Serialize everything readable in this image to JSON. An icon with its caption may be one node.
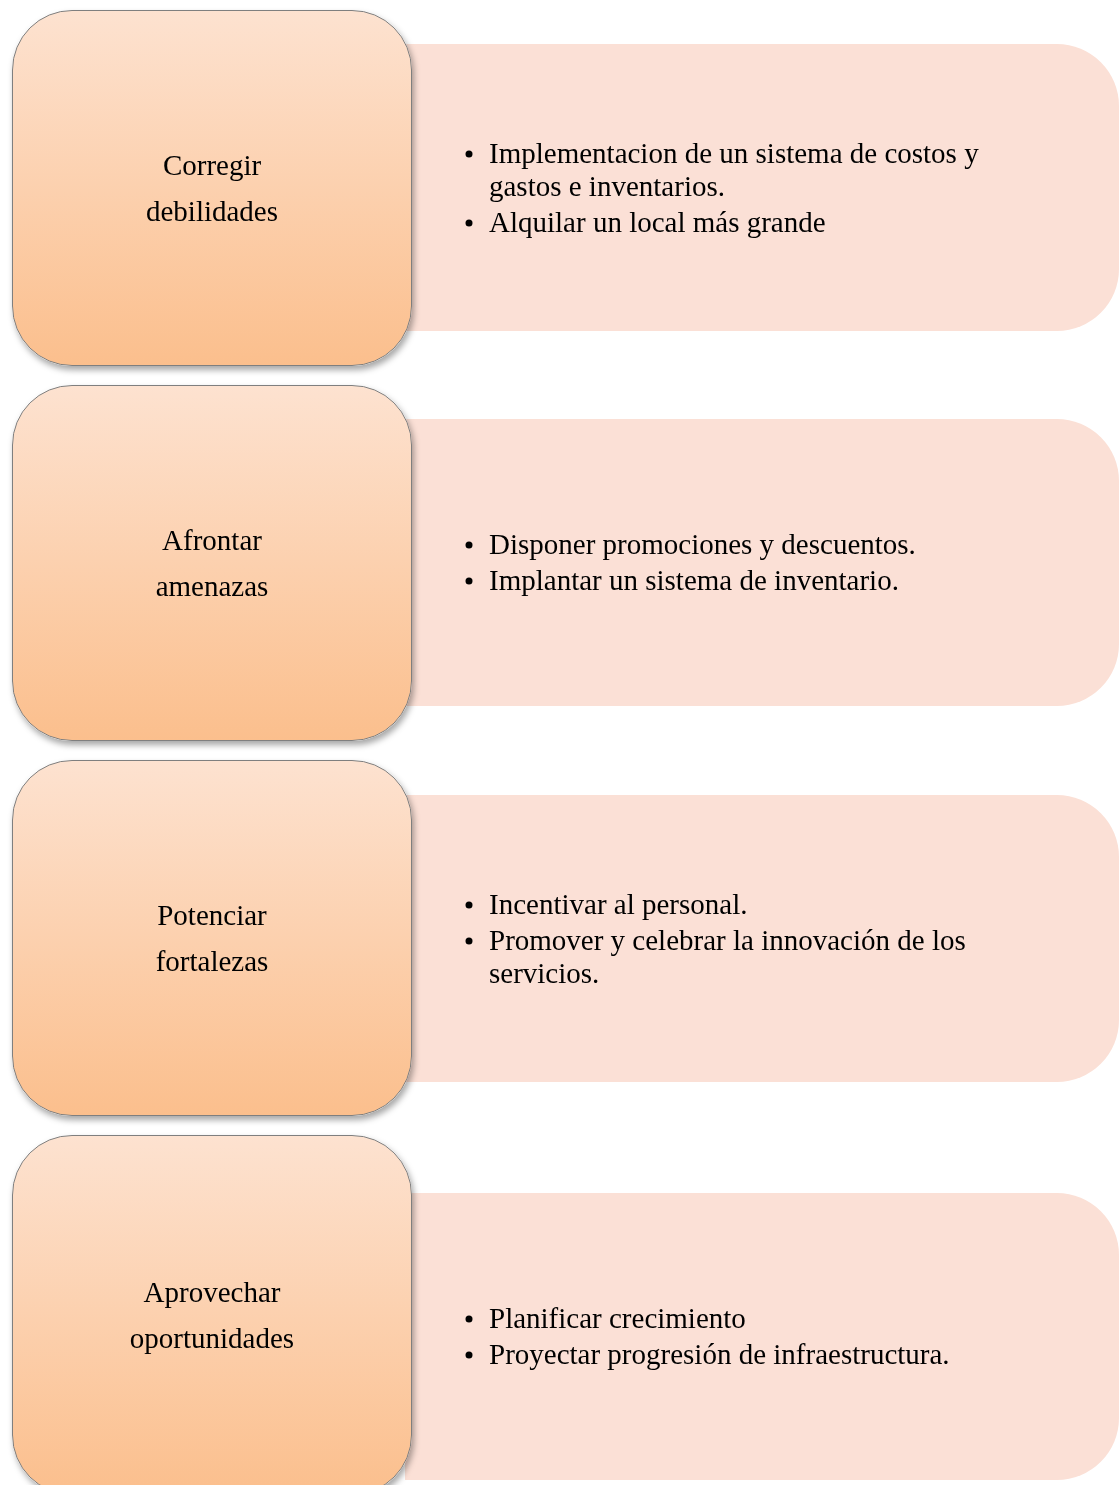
{
  "diagram": {
    "nodes": [
      {
        "text": [
          "Corregir debilidades"
        ]
      },
      {
        "text": [
          "Implementacion de un sistema de costos y gastos e inventarios.",
          "Alquilar un local más grande"
        ]
      },
      {
        "text": [
          "Afrontar amenazas"
        ]
      },
      {
        "text": [
          "Disponer promociones y descuentos.",
          "Implantar un sistema de inventario."
        ]
      },
      {
        "text": [
          "Potenciar fortalezas"
        ]
      },
      {
        "text": [
          "Incentivar al personal.",
          "Promover y celebrar la innovación de los servicios."
        ]
      },
      {
        "text": [
          "Aprovechar oportunidades"
        ]
      },
      {
        "text": [
          "Planificar crecimiento",
          "Proyectar progresión de infraestructura."
        ]
      }
    ]
  }
}
